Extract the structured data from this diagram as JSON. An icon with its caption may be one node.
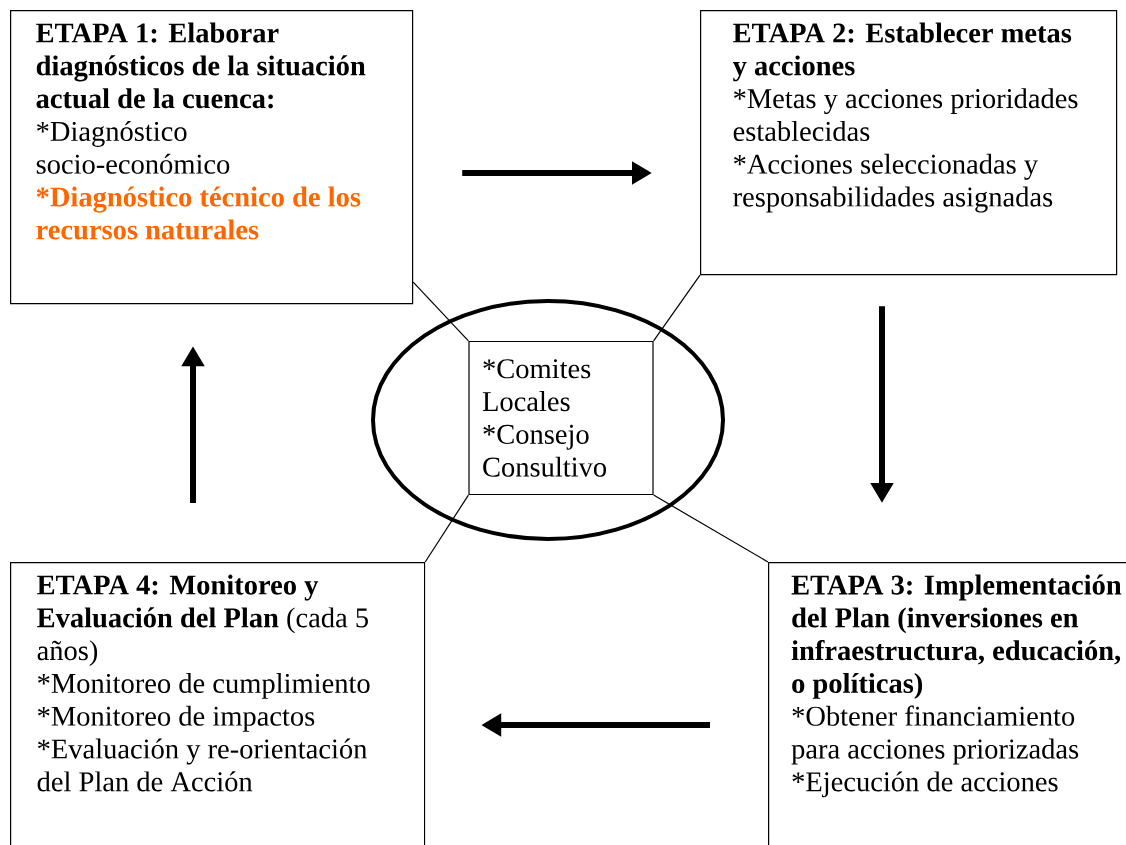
{
  "diagram": {
    "nodes": [
      {
        "text": [
          "ETAPA 1: Elaborar diagnósticos de la situación actual de la cuenca:",
          "*Diagnóstico socio-económico",
          "***Diagnóstico técnico de los recursos naturales**"
        ]
      },
      {
        "text": [
          "ETAPA 2: Establecer metas y acciones",
          "*Metas y acciones prioridades establecidas",
          "*Acciones seleccionadas y responsabilidades asignadas"
        ]
      },
      {
        "text": [
          "ETAPA 3: Implementación del Plan (inversiones en infraestructura, educación, o políticas)",
          "*Obtener financiamiento para acciones priorizadas",
          "*Ejecución de acciones"
        ]
      },
      {
        "text": [
          "**ETAPA 4: Monitoreo y Evaluación del Plan** (cada 5 años)",
          "*Monitoreo de cumplimiento",
          "*Monitoreo de impactos",
          "*Evaluación y re-orientación del Plan de Acción"
        ]
      },
      {
        "text": [],
        "shape": "circle"
      },
      {
        "text": [
          "*Comites Locales",
          "*Consejo Consultivo"
        ],
        "in": 4
      }
    ],
    "edges": [
      {
        "from": 0,
        "to": 1,
        "arrow": "to",
        "style": "thick"
      },
      {
        "from": 1,
        "to": 2,
        "arrow": "to",
        "style": "thick"
      },
      {
        "from": 2,
        "to": 3,
        "arrow": "to",
        "style": "thick"
      },
      {
        "from": 3,
        "to": 0,
        "arrow": "to",
        "style": "thick"
      },
      {
        "from": 5,
        "to": 0,
        "arrow": "none"
      },
      {
        "from": 5,
        "to": 1,
        "arrow": "none"
      },
      {
        "from": 5,
        "to": 2,
        "arrow": "none"
      },
      {
        "from": 5,
        "to": 3,
        "arrow": "none"
      }
    ]
  }
}
